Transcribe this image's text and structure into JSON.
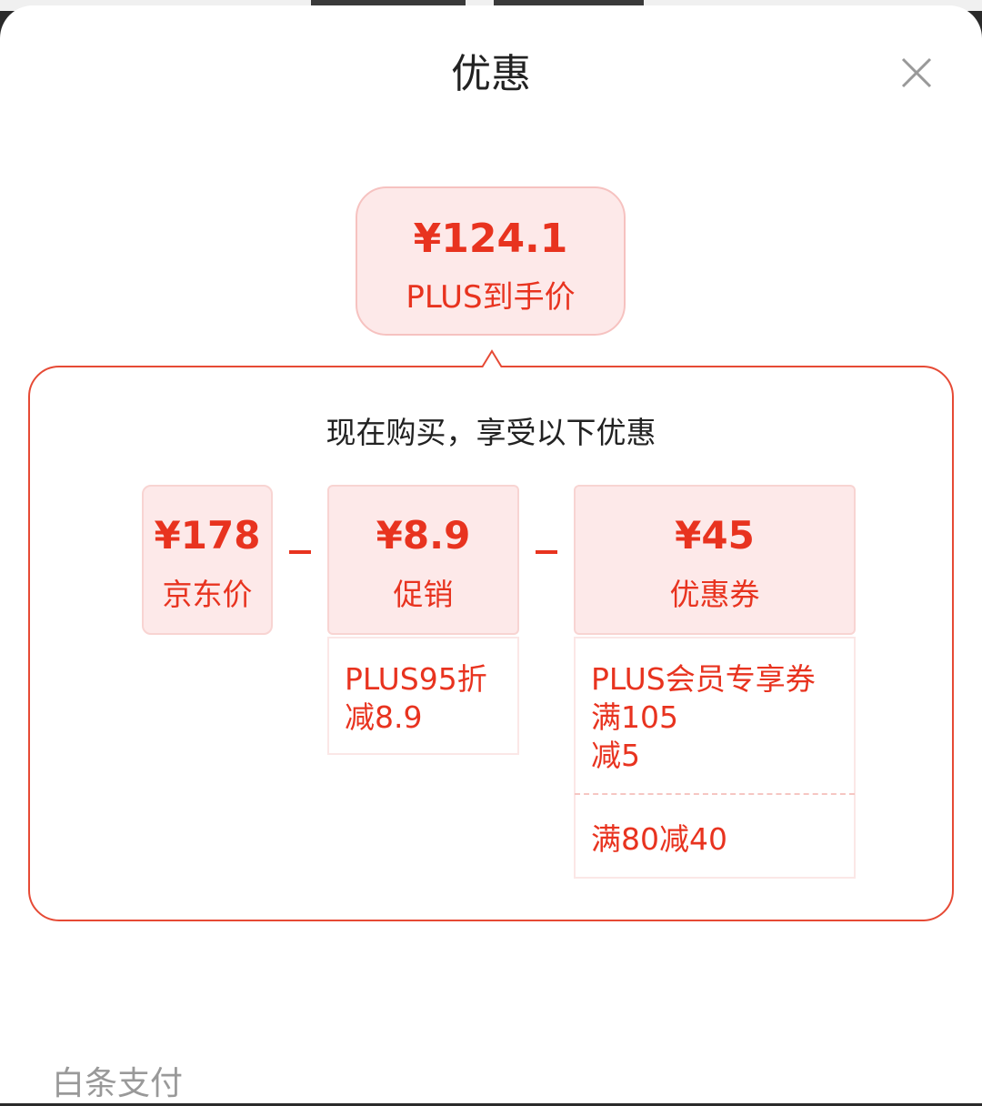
{
  "sheet": {
    "title": "优惠"
  },
  "total": {
    "price": "¥124.1",
    "label": "PLUS到手价"
  },
  "panel": {
    "subtitle": "现在购买，享受以下优惠"
  },
  "items": [
    {
      "value": "¥178",
      "name": "京东价"
    },
    {
      "value": "¥8.9",
      "name": "促销"
    },
    {
      "value": "¥45",
      "name": "优惠券"
    }
  ],
  "details": {
    "promo": [
      "PLUS95折",
      "减8.9"
    ],
    "coupon_plus": [
      "PLUS会员专享券",
      "满105",
      "减5"
    ],
    "coupon_full": "满80减40"
  },
  "bottom": {
    "label": "白条支付"
  },
  "colors": {
    "accent": "#e8331f",
    "card_bg": "#fde9e9",
    "muted": "#999999"
  }
}
